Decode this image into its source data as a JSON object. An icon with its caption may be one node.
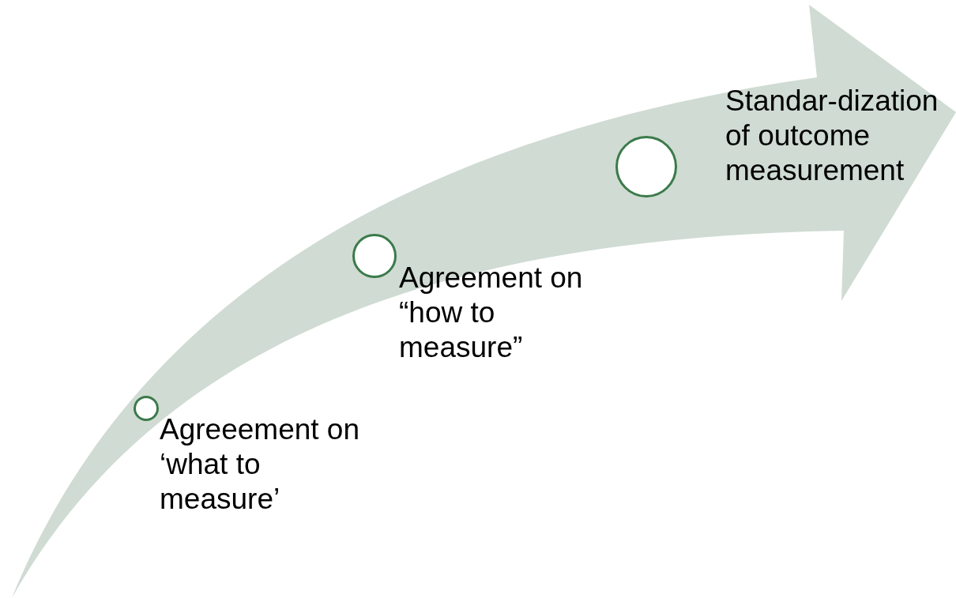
{
  "diagram": {
    "nodes": [
      {
        "text": [],
        "shape": "circle",
        "beside": [
          "Agreeement on ‘what to measure’"
        ]
      },
      {
        "text": [],
        "shape": "circle",
        "beside": [
          "Agreement on “how to measure”"
        ]
      },
      {
        "text": [],
        "shape": "circle",
        "beside": [
          "Standar-dization of outcome measurement"
        ]
      }
    ]
  }
}
